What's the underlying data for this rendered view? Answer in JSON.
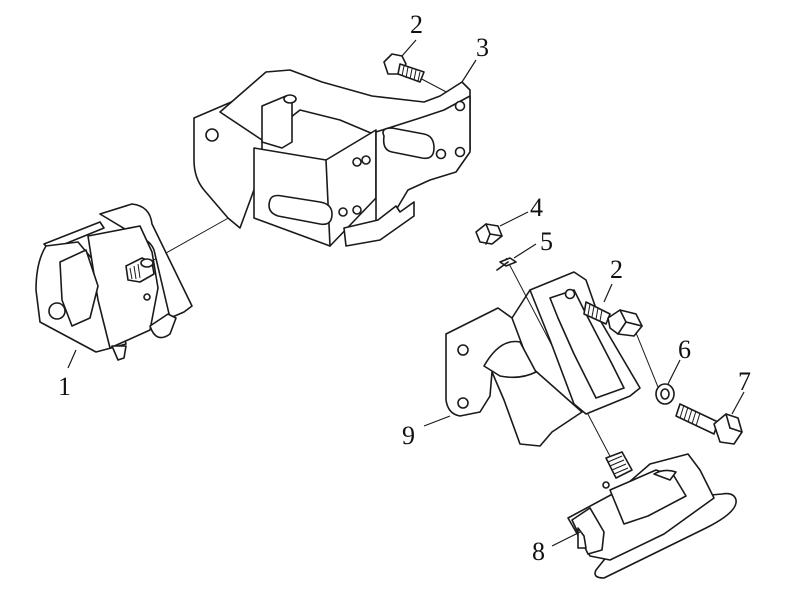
{
  "callouts": {
    "c1": "1",
    "c2a": "2",
    "c3": "3",
    "c4": "4",
    "c5": "5",
    "c2b": "2",
    "c6": "6",
    "c7": "7",
    "c8": "8",
    "c9": "9"
  },
  "colors": {
    "line": "#1a1a1a",
    "background": "#ffffff"
  }
}
